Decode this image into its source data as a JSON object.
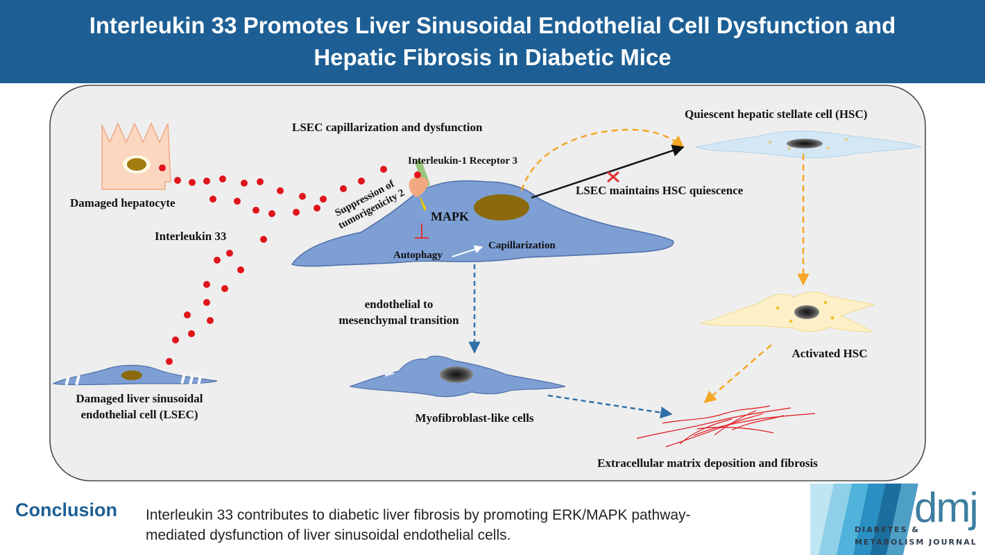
{
  "header": {
    "title_line1": "Interleukin 33 Promotes Liver Sinusoidal Endothelial Cell Dysfunction and",
    "title_line2": "Hepatic Fibrosis in Diabetic Mice"
  },
  "diagram": {
    "labels": {
      "lsec_capillarization": "LSEC capillarization and dysfunction",
      "il1r3": "Interleukin-1 Receptor 3",
      "damaged_hepatocyte": "Damaged hepatocyte",
      "st2_line1": "Suppression of",
      "st2_line2": "tumorigenicity 2",
      "mapk": "MAPK",
      "interleukin33": "Interleukin 33",
      "autophagy": "Autophagy",
      "capillarization": "Capillarization",
      "quiescent_hsc": "Quiescent hepatic stellate cell (HSC)",
      "lsec_maintains": "LSEC maintains HSC quiescence",
      "endmt_line1": "endothelial to",
      "endmt_line2": "mesenchymal transition",
      "activated_hsc": "Activated HSC",
      "damaged_lsec_line1": "Damaged liver sinusoidal",
      "damaged_lsec_line2": "endothelial cell (LSEC)",
      "myofibroblast": "Myofibroblast-like cells",
      "ecm": "Extracellular matrix deposition and fibrosis"
    },
    "colors": {
      "il33_dot": "#e0141b",
      "cell_blue": "#7d9fd4",
      "nucleus": "#8a6a0c",
      "orange_arrow": "#f5a623",
      "blue_arrow": "#2f6fa8",
      "inhibit": "#e03030",
      "fibre": "#e0141b"
    }
  },
  "conclusion": {
    "heading": "Conclusion",
    "text_line1": "Interleukin 33 contributes to diabetic liver fibrosis by promoting ERK/MAPK pathway-",
    "text_line2": "mediated dysfunction of liver sinusoidal endothelial cells."
  },
  "logo": {
    "abbr": "dmj",
    "journal_line1": "DIABETES &",
    "journal_line2": "METABOLISM JOURNAL"
  }
}
